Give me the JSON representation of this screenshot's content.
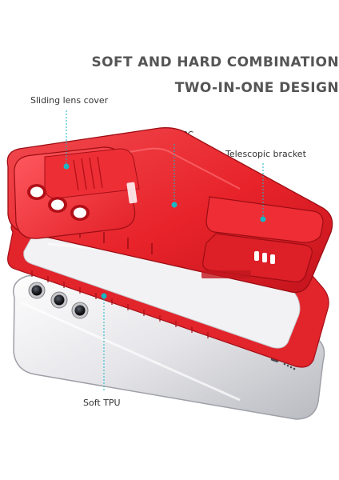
{
  "headline": {
    "line1": "SOFT AND HARD COMBINATION",
    "line2": "TWO-IN-ONE DESIGN"
  },
  "callouts": {
    "sliding_lens_cover": "Sliding lens cover",
    "hard_pc": "Hard PC",
    "telescopic_bracket": "Telescopic bracket",
    "soft_tpu": "Soft TPU"
  },
  "colors": {
    "case_red": "#e8232a",
    "case_red_dark": "#b5121a",
    "phone_silver": "#e9e9ec",
    "callout_teal": "#19b7c4",
    "heading_gray": "#555555"
  }
}
